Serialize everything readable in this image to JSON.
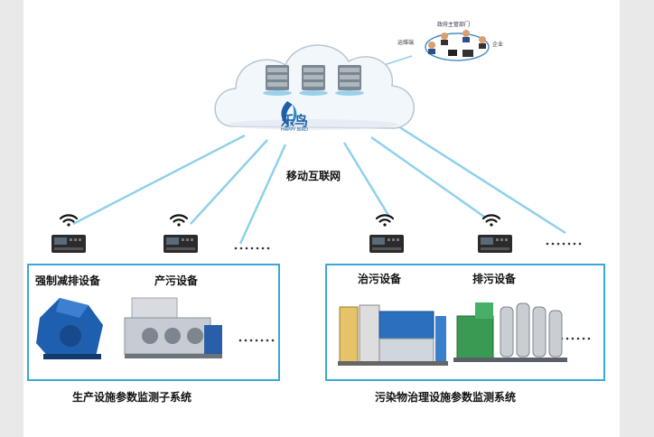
{
  "cloud": {
    "brand_cn": "乐鸟",
    "brand_en": "HAPPY BIRD"
  },
  "network_label": "移动互联网",
  "top_right": {
    "role_top": "政府主管部门",
    "role_left": "运维端",
    "role_right": "企业"
  },
  "left_box": {
    "item1": "强制减排设备",
    "item2": "产污设备",
    "caption": "生产设施参数监测子系统"
  },
  "right_box": {
    "item1": "治污设备",
    "item2": "排污设备",
    "caption": "污染物治理设施参数监测系统"
  },
  "colors": {
    "box_border": "#3aa9d6",
    "link_line": "#8fd0ec",
    "cloud_fill": "#f2f7fb",
    "brand_blue": "#1d5fa8"
  }
}
